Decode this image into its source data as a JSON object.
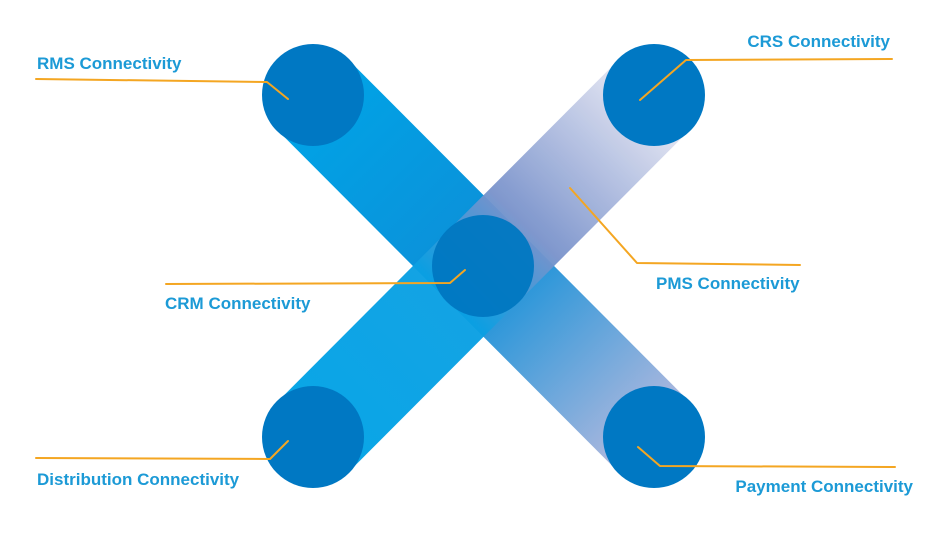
{
  "colors": {
    "accent_blue": "#00a3e6",
    "node_blue": "#0078c3",
    "haze_blue": "#8f9fcd",
    "leader_orange": "#f4a622",
    "label_blue": "#1c9ad6"
  },
  "labels": {
    "rms": "RMS Connectivity",
    "crs": "CRS Connectivity",
    "crm": "CRM Connectivity",
    "pms": "PMS Connectivity",
    "distribution": "Distribution Connectivity",
    "payment": "Payment Connectivity"
  }
}
